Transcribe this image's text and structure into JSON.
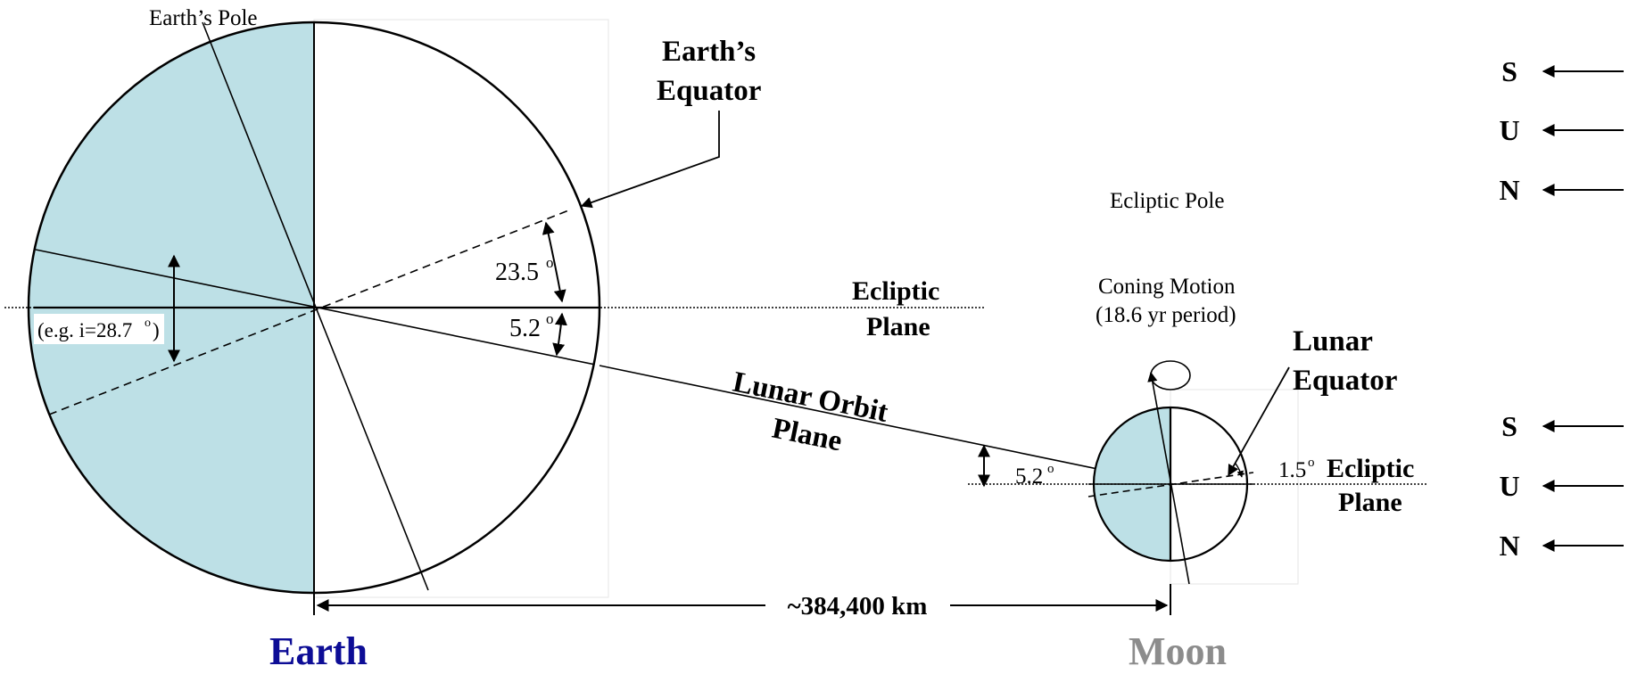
{
  "labels": {
    "earth_pole": "Earth’s Pole",
    "earth_equator_1": "Earth’s",
    "earth_equator_2": "Equator",
    "angle_23_5": "23.5",
    "angle_5_2_earth": "5.2",
    "angle_5_2_moon": "5.2",
    "degree_mark": "o",
    "inclination_example": "(e.g. i=28.7",
    "inclination_example_end": ")",
    "ecliptic_plane_1": "Ecliptic",
    "ecliptic_plane_2": "Plane",
    "lunar_orbit_1": "Lunar Orbit",
    "lunar_orbit_2": "Plane",
    "ecliptic_pole": "Ecliptic Pole",
    "coning_1": "Coning Motion",
    "coning_2": "(18.6 yr period)",
    "lunar_equator_1": "Lunar",
    "lunar_equator_2": "Equator",
    "angle_1_5": "1.5",
    "moon_ecliptic_1": "Ecliptic",
    "moon_ecliptic_2": "Plane",
    "distance": "~384,400 km",
    "earth": "Earth",
    "moon": "Moon"
  },
  "sun_top": [
    "S",
    "U",
    "N"
  ],
  "sun_bottom": [
    "S",
    "U",
    "N"
  ],
  "colors": {
    "shade": "#bde0e6",
    "earth_label": "#0d0d96",
    "moon_label": "#8c8c8c",
    "ink": "#000000"
  }
}
